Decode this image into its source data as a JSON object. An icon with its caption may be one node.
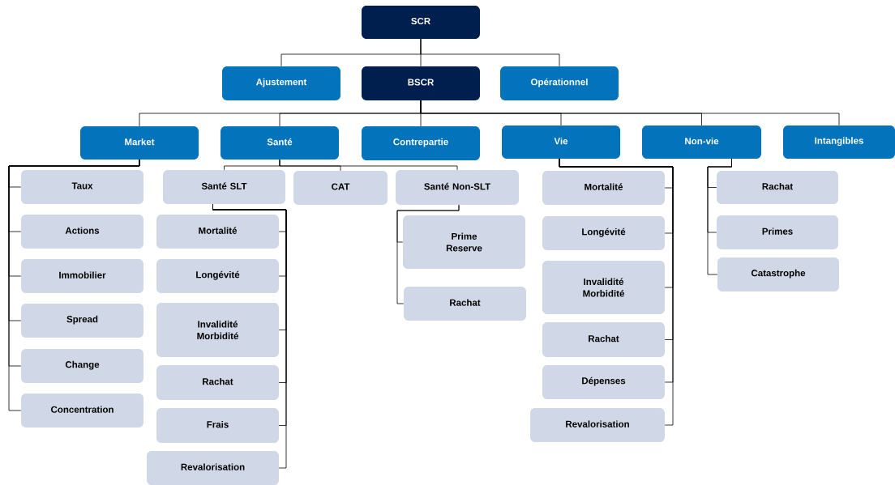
{
  "diagram": {
    "nodes": [
      {
        "text": [
          "SCR"
        ]
      },
      {
        "text": [
          "Ajustement"
        ]
      },
      {
        "text": [
          "BSCR"
        ]
      },
      {
        "text": [
          "Opérationnel"
        ]
      },
      {
        "text": [
          "Market"
        ]
      },
      {
        "text": [
          "Santé"
        ]
      },
      {
        "text": [
          "Contrepartie"
        ]
      },
      {
        "text": [
          "Vie"
        ]
      },
      {
        "text": [
          "Non-vie"
        ]
      },
      {
        "text": [
          "Intangibles"
        ]
      },
      {
        "text": [
          "Taux"
        ]
      },
      {
        "text": [
          "Actions"
        ]
      },
      {
        "text": [
          "Immobilier"
        ]
      },
      {
        "text": [
          "Spread"
        ]
      },
      {
        "text": [
          "Change"
        ]
      },
      {
        "text": [
          "Concentration"
        ]
      },
      {
        "text": [
          "Santé SLT"
        ]
      },
      {
        "text": [
          "CAT"
        ]
      },
      {
        "text": [
          "Santé Non-SLT"
        ]
      },
      {
        "text": [
          "Mortalité"
        ]
      },
      {
        "text": [
          "Longévité"
        ]
      },
      {
        "text": [
          "Invalidité Morbidité"
        ]
      },
      {
        "text": [
          "Rachat"
        ]
      },
      {
        "text": [
          "Frais"
        ]
      },
      {
        "text": [
          "Revalorisation"
        ]
      },
      {
        "text": [
          "Prime Reserve"
        ]
      },
      {
        "text": [
          "Rachat"
        ]
      },
      {
        "text": [
          "Mortalité"
        ]
      },
      {
        "text": [
          "Longévité"
        ]
      },
      {
        "text": [
          "Invalidité Morbidité"
        ]
      },
      {
        "text": [
          "Rachat"
        ]
      },
      {
        "text": [
          "Dépenses"
        ]
      },
      {
        "text": [
          "Revalorisation"
        ]
      },
      {
        "text": [
          "Rachat"
        ]
      },
      {
        "text": [
          "Primes"
        ]
      },
      {
        "text": [
          "Catastrophe"
        ]
      }
    ],
    "edges": [
      {
        "from": 0,
        "to": 1,
        "arrow": "none"
      },
      {
        "from": 0,
        "to": 2,
        "arrow": "none"
      },
      {
        "from": 0,
        "to": 3,
        "arrow": "none"
      },
      {
        "from": 2,
        "to": 4,
        "arrow": "none"
      },
      {
        "from": 2,
        "to": 5,
        "arrow": "none"
      },
      {
        "from": 2,
        "to": 6,
        "arrow": "none"
      },
      {
        "from": 2,
        "to": 7,
        "arrow": "none"
      },
      {
        "from": 2,
        "to": 8,
        "arrow": "none"
      },
      {
        "from": 2,
        "to": 9,
        "arrow": "none"
      },
      {
        "from": 4,
        "to": 10,
        "arrow": "none"
      },
      {
        "from": 4,
        "to": 11,
        "arrow": "none"
      },
      {
        "from": 4,
        "to": 12,
        "arrow": "none"
      },
      {
        "from": 4,
        "to": 13,
        "arrow": "none"
      },
      {
        "from": 4,
        "to": 14,
        "arrow": "none"
      },
      {
        "from": 4,
        "to": 15,
        "arrow": "none"
      },
      {
        "from": 5,
        "to": 16,
        "arrow": "none"
      },
      {
        "from": 5,
        "to": 17,
        "arrow": "none"
      },
      {
        "from": 5,
        "to": 18,
        "arrow": "none"
      },
      {
        "from": 16,
        "to": 19,
        "arrow": "none"
      },
      {
        "from": 16,
        "to": 20,
        "arrow": "none"
      },
      {
        "from": 16,
        "to": 21,
        "arrow": "none"
      },
      {
        "from": 16,
        "to": 22,
        "arrow": "none"
      },
      {
        "from": 16,
        "to": 23,
        "arrow": "none"
      },
      {
        "from": 16,
        "to": 24,
        "arrow": "none"
      },
      {
        "from": 18,
        "to": 25,
        "arrow": "none"
      },
      {
        "from": 18,
        "to": 26,
        "arrow": "none"
      },
      {
        "from": 7,
        "to": 27,
        "arrow": "none"
      },
      {
        "from": 7,
        "to": 28,
        "arrow": "none"
      },
      {
        "from": 7,
        "to": 29,
        "arrow": "none"
      },
      {
        "from": 7,
        "to": 30,
        "arrow": "none"
      },
      {
        "from": 7,
        "to": 31,
        "arrow": "none"
      },
      {
        "from": 7,
        "to": 32,
        "arrow": "none"
      },
      {
        "from": 8,
        "to": 33,
        "arrow": "none"
      },
      {
        "from": 8,
        "to": 34,
        "arrow": "none"
      },
      {
        "from": 8,
        "to": 35,
        "arrow": "none"
      }
    ]
  }
}
